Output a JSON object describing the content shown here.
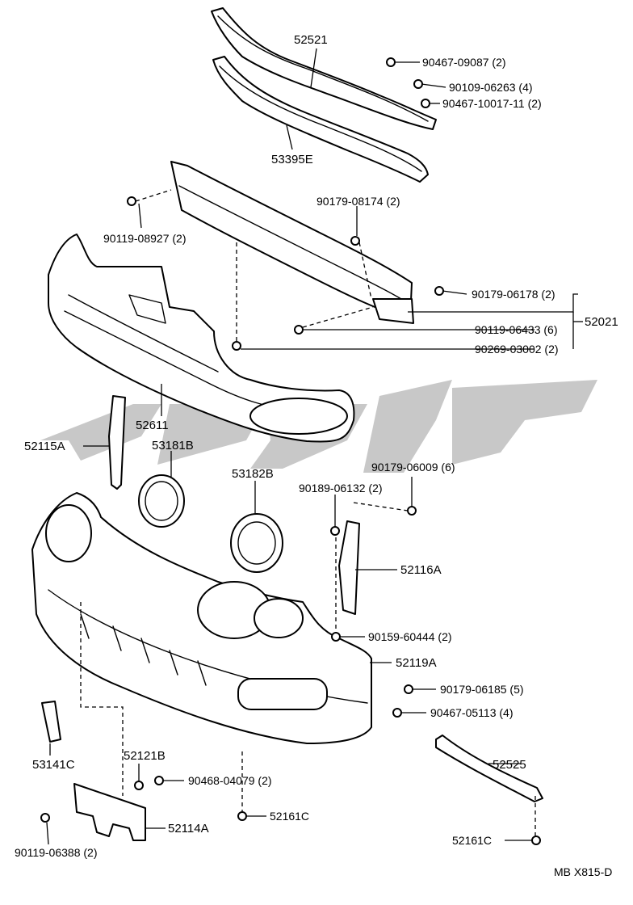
{
  "labels": {
    "p52521": "52521",
    "p53395e": "53395E",
    "p90467_09087": "90467-09087 (2)",
    "p90109_06263": "90109-06263 (4)",
    "p90467_10017": "90467-10017-11 (2)",
    "p90119_08927": "90119-08927 (2)",
    "p90179_08174": "90179-08174 (2)",
    "p90179_06178": "90179-06178 (2)",
    "p52021": "52021",
    "p90119_06433": "90119-06433 (6)",
    "p90269_03002": "90269-03002 (2)",
    "p52611": "52611",
    "p52115a": "52115A",
    "p53181b": "53181B",
    "p53182b": "53182B",
    "p90179_06009": "90179-06009 (6)",
    "p90189_06132": "90189-06132 (2)",
    "p52116a": "52116A",
    "p90159_60444": "90159-60444 (2)",
    "p52119a": "52119A",
    "p90179_06185": "90179-06185 (5)",
    "p90467_05113": "90467-05113 (4)",
    "p53141c": "53141C",
    "p52121b": "52121B",
    "p90468_04079": "90468-04079 (2)",
    "p52525": "52525",
    "p52161c_a": "52161C",
    "p52114a": "52114A",
    "p52161c_b": "52161C",
    "p90119_06388": "90119-06388 (2)",
    "drawing_code": "MB X815-D"
  },
  "colors": {
    "line": "#000000",
    "background": "#ffffff",
    "watermark": "#9a9a9a"
  }
}
